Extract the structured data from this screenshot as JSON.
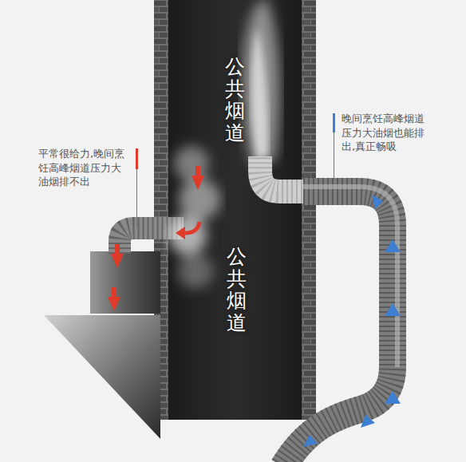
{
  "diagram": {
    "nodes": [
      {
        "text": [
          "公共烟道",
          "公共烟道"
        ]
      }
    ],
    "labels": [
      "平常很给力,晚间烹饪高峰烟道压力大油烟排不出",
      "晚间烹饪高峰烟道压力大油烟也能排出,真正畅吸"
    ]
  }
}
